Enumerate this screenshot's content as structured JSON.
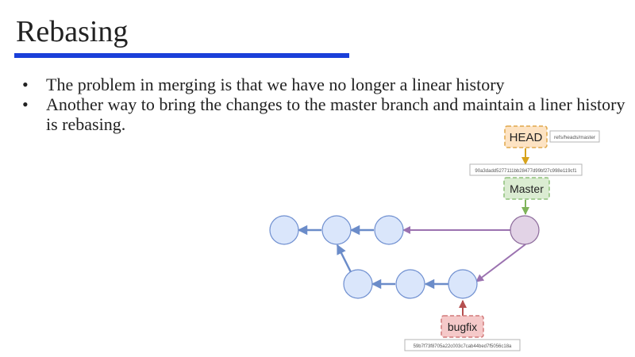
{
  "slide": {
    "title": "Rebasing",
    "accent_color": "#1a3fd9",
    "bullets": [
      "The problem in merging is that we have no longer a linear history",
      "Another way to bring the changes to the master branch and maintain a liner history is rebasing."
    ]
  },
  "diagram": {
    "head": {
      "label": "HEAD",
      "ref": "refs/heads/master",
      "fill": "#fde3c3",
      "stroke": "#e0a84b",
      "arrow": "#d7a31c"
    },
    "master_hash": "90a3dadd5277111bb28477d99bf27c998e119cf1",
    "master": {
      "label": "Master",
      "fill": "#dbecd2",
      "stroke": "#8ec07a",
      "arrow": "#7fb35a"
    },
    "bugfix": {
      "label": "bugfix",
      "fill": "#f5c9c9",
      "stroke": "#d27a7a",
      "arrow": "#b55050"
    },
    "bugfix_hash": "59b7f73f8705a22c003c7cab44bed7f5056c18a",
    "commit_fill": "#dae6fb",
    "commit_stroke": "#6f8fd0",
    "merge_commit_fill": "#e2d3e6",
    "merge_commit_stroke": "#8c6a9b",
    "edge_blue": "#6b8cc9",
    "edge_purple": "#9b72b0"
  }
}
